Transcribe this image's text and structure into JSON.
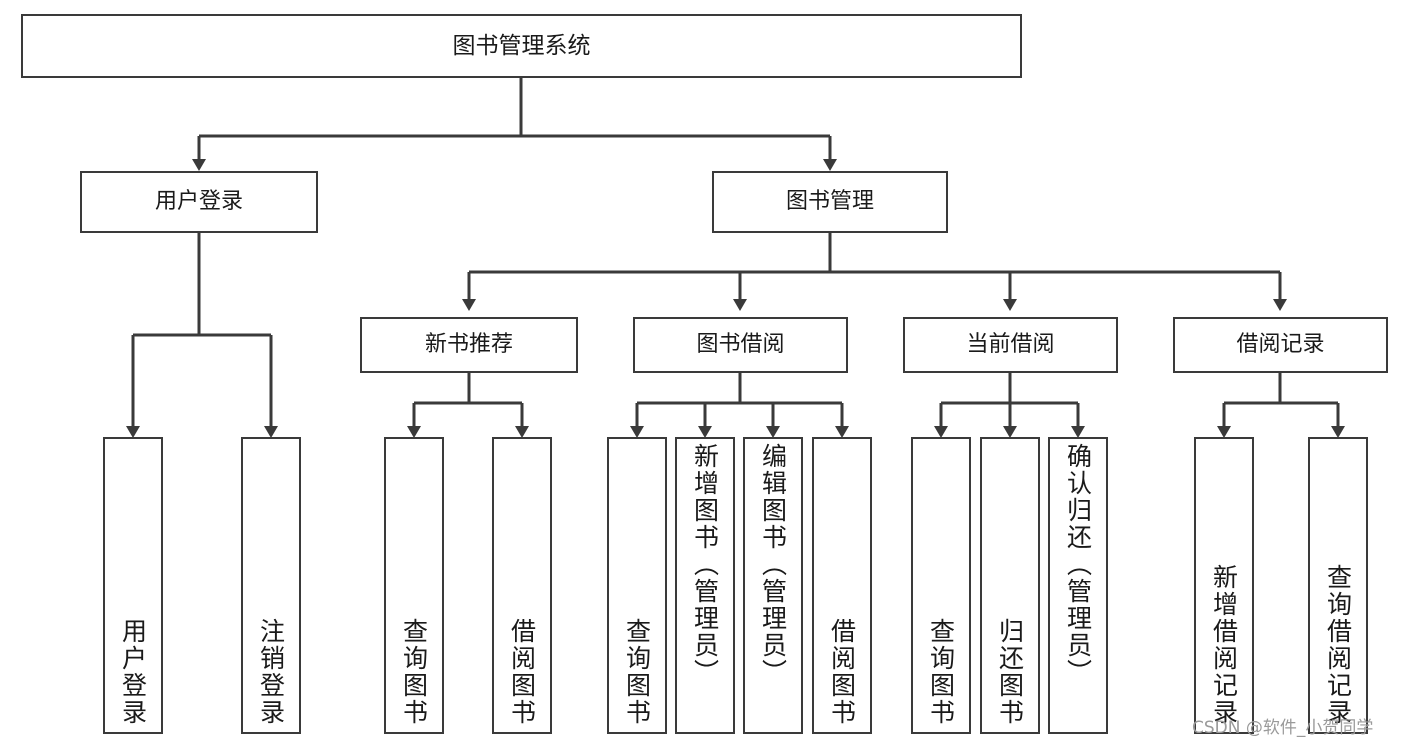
{
  "diagram": {
    "type": "tree",
    "title": "图书管理系统",
    "root": {
      "id": "root",
      "label": "图书管理系统"
    },
    "level2": [
      {
        "id": "user-login",
        "label": "用户登录"
      },
      {
        "id": "book-management",
        "label": "图书管理"
      }
    ],
    "level3": [
      {
        "id": "new-book-recommend",
        "label": "新书推荐",
        "parent": "book-management"
      },
      {
        "id": "book-borrow",
        "label": "图书借阅",
        "parent": "book-management"
      },
      {
        "id": "current-borrow",
        "label": "当前借阅",
        "parent": "book-management"
      },
      {
        "id": "borrow-record",
        "label": "借阅记录",
        "parent": "book-management"
      }
    ],
    "leaves": [
      {
        "id": "leaf-user-login",
        "label": "用户登录",
        "parent": "user-login"
      },
      {
        "id": "leaf-logout-login",
        "label": "注销登录",
        "parent": "user-login"
      },
      {
        "id": "leaf-query-book-1",
        "label": "查询图书",
        "parent": "new-book-recommend"
      },
      {
        "id": "leaf-borrow-book-1",
        "label": "借阅图书",
        "parent": "new-book-recommend"
      },
      {
        "id": "leaf-query-book-2",
        "label": "查询图书",
        "parent": "book-borrow"
      },
      {
        "id": "leaf-add-book",
        "label": "新增图书（管理员）",
        "parent": "book-borrow"
      },
      {
        "id": "leaf-edit-book",
        "label": "编辑图书（管理员）",
        "parent": "book-borrow"
      },
      {
        "id": "leaf-borrow-book-2",
        "label": "借阅图书",
        "parent": "book-borrow"
      },
      {
        "id": "leaf-query-book-3",
        "label": "查询图书",
        "parent": "current-borrow"
      },
      {
        "id": "leaf-return-book",
        "label": "归还图书",
        "parent": "current-borrow"
      },
      {
        "id": "leaf-confirm-return",
        "label": "确认归还（管理员）",
        "parent": "current-borrow"
      },
      {
        "id": "leaf-add-record",
        "label": "新增借阅记录",
        "parent": "borrow-record"
      },
      {
        "id": "leaf-query-record",
        "label": "查询借阅记录",
        "parent": "borrow-record"
      }
    ],
    "colors": {
      "box_border": "#3a3a3a",
      "box_fill": "#ffffff",
      "connector": "#3a3a3a",
      "text": "#1a1a1a",
      "watermark": "#9a9a9a",
      "background": "#ffffff"
    }
  },
  "watermark": {
    "text": "CSDN @软件_小贺同学"
  }
}
